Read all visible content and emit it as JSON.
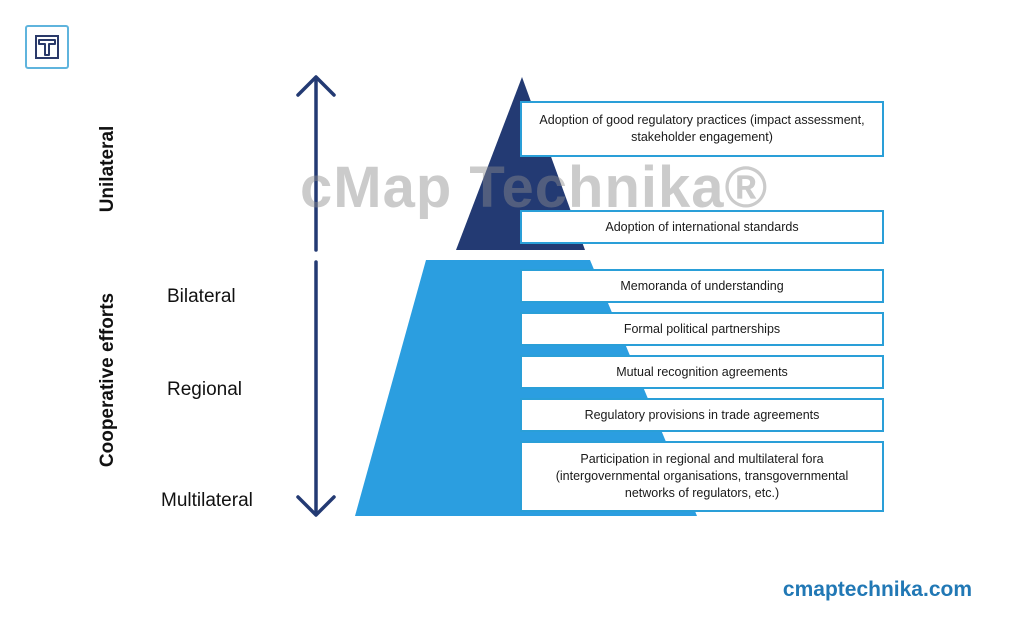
{
  "watermark": "cMap Technika®",
  "axis_labels": {
    "unilateral": "Unilateral",
    "cooperative": "Cooperative efforts"
  },
  "side_labels": {
    "bilateral": "Bilateral",
    "regional": "Regional",
    "multilateral": "Multilateral"
  },
  "pyramid": {
    "top_color": "#233a73",
    "bottom_color": "#2b9ee0",
    "arrow_color": "#233a73",
    "box_border_color": "#2a9fd8"
  },
  "boxes": [
    "Adoption of good regulatory practices (impact assessment, stakeholder engagement)",
    "Adoption of international standards",
    "Memoranda of understanding",
    "Formal political partnerships",
    "Mutual recognition agreements",
    "Regulatory provisions in trade agreements",
    "Participation in regional and multilateral fora (intergovernmental organisations, transgovernmental networks of regulators, etc.)"
  ],
  "footer": {
    "url": "cmaptechnika.com",
    "url_color": "#2178b5"
  },
  "logo": {
    "icon": "t-logo-icon",
    "border_color": "#5fb4dd"
  }
}
